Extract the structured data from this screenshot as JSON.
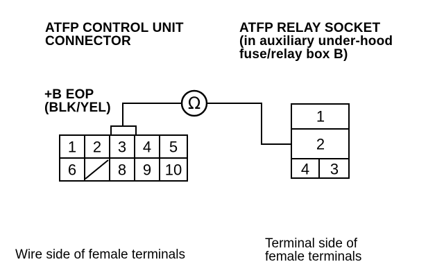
{
  "left_header": {
    "line1": "ATFP CONTROL UNIT",
    "line2": "CONNECTOR"
  },
  "right_header": {
    "line1": "ATFP RELAY SOCKET",
    "line2": "(in auxiliary under-hood",
    "line3": "fuse/relay box B)"
  },
  "wire_label": {
    "terminal": "+B EOP",
    "color": "(BLK/YEL)"
  },
  "meter": {
    "symbol": "Ω"
  },
  "left_connector": {
    "row1": [
      "1",
      "2",
      "3",
      "4",
      "5"
    ],
    "row2": [
      "6",
      "",
      "8",
      "9",
      "10"
    ]
  },
  "right_connector": {
    "top": "1",
    "middle": "2",
    "bottom_left": "4",
    "bottom_right": "3"
  },
  "captions": {
    "left": "Wire side of female terminals",
    "right_line1": "Terminal side of",
    "right_line2": "female terminals"
  }
}
